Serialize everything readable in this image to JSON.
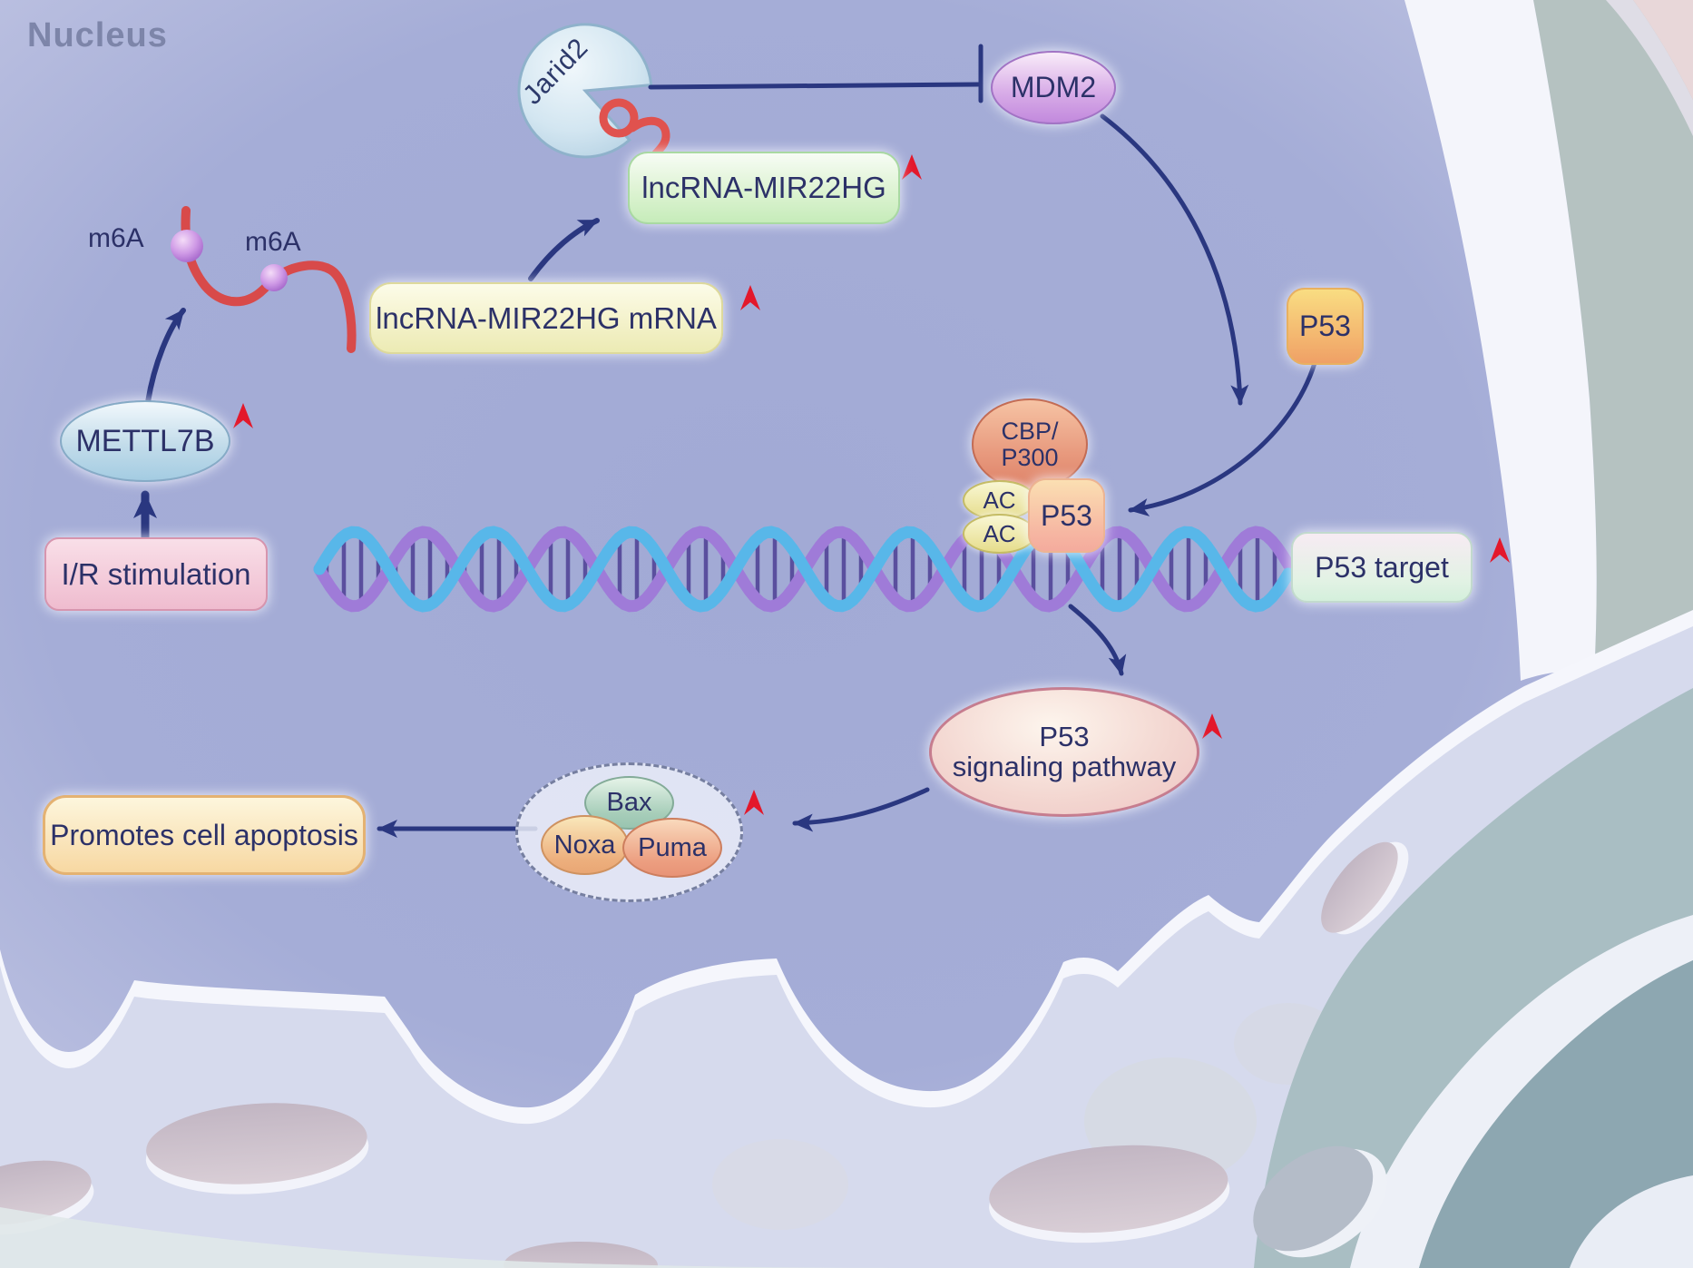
{
  "region_label": "Nucleus",
  "nodes": {
    "jarid2": "Jarid2",
    "mdm2": "MDM2",
    "lncrna_mir22hg": "lncRNA-MIR22HG",
    "m6a_left": "m6A",
    "m6a_right": "m6A",
    "lncrna_mir22hg_mrna": "lncRNA-MIR22HG mRNA",
    "mettl7b": "METTL7B",
    "ir_stimulation": "I/R stimulation",
    "p53_free": "P53",
    "cbp_p300_line1": "CBP/",
    "cbp_p300_line2": "P300",
    "ac_top": "AC",
    "ac_bottom": "AC",
    "p53_dna_bound": "P53",
    "p53_target": "P53 target",
    "p53_pathway_line1": "P53",
    "p53_pathway_line2": "signaling pathway",
    "bax": "Bax",
    "noxa": "Noxa",
    "puma": "Puma",
    "promotes_apoptosis": "Promotes cell apoptosis"
  },
  "icons": {
    "upregulation": "red-up-arrow",
    "inhibition": "t-bar-line",
    "activation": "navy-curved-arrow",
    "m6a_mark": "purple-ball-on-red-rna",
    "jarid2_shape": "pacman-protein",
    "rna_squiggle": "red-coil"
  },
  "colors": {
    "upregulation_arrow": "#e3182b",
    "connector": "#2a3780",
    "text_ink": "#2c3168",
    "dna_strand_purple": "#9f7bd8",
    "dna_strand_cyan": "#58b7e9",
    "dna_rung": "#5a4f9e",
    "rna_strand_red": "#d84a4a",
    "nucleus_label": "#7d85a9"
  }
}
